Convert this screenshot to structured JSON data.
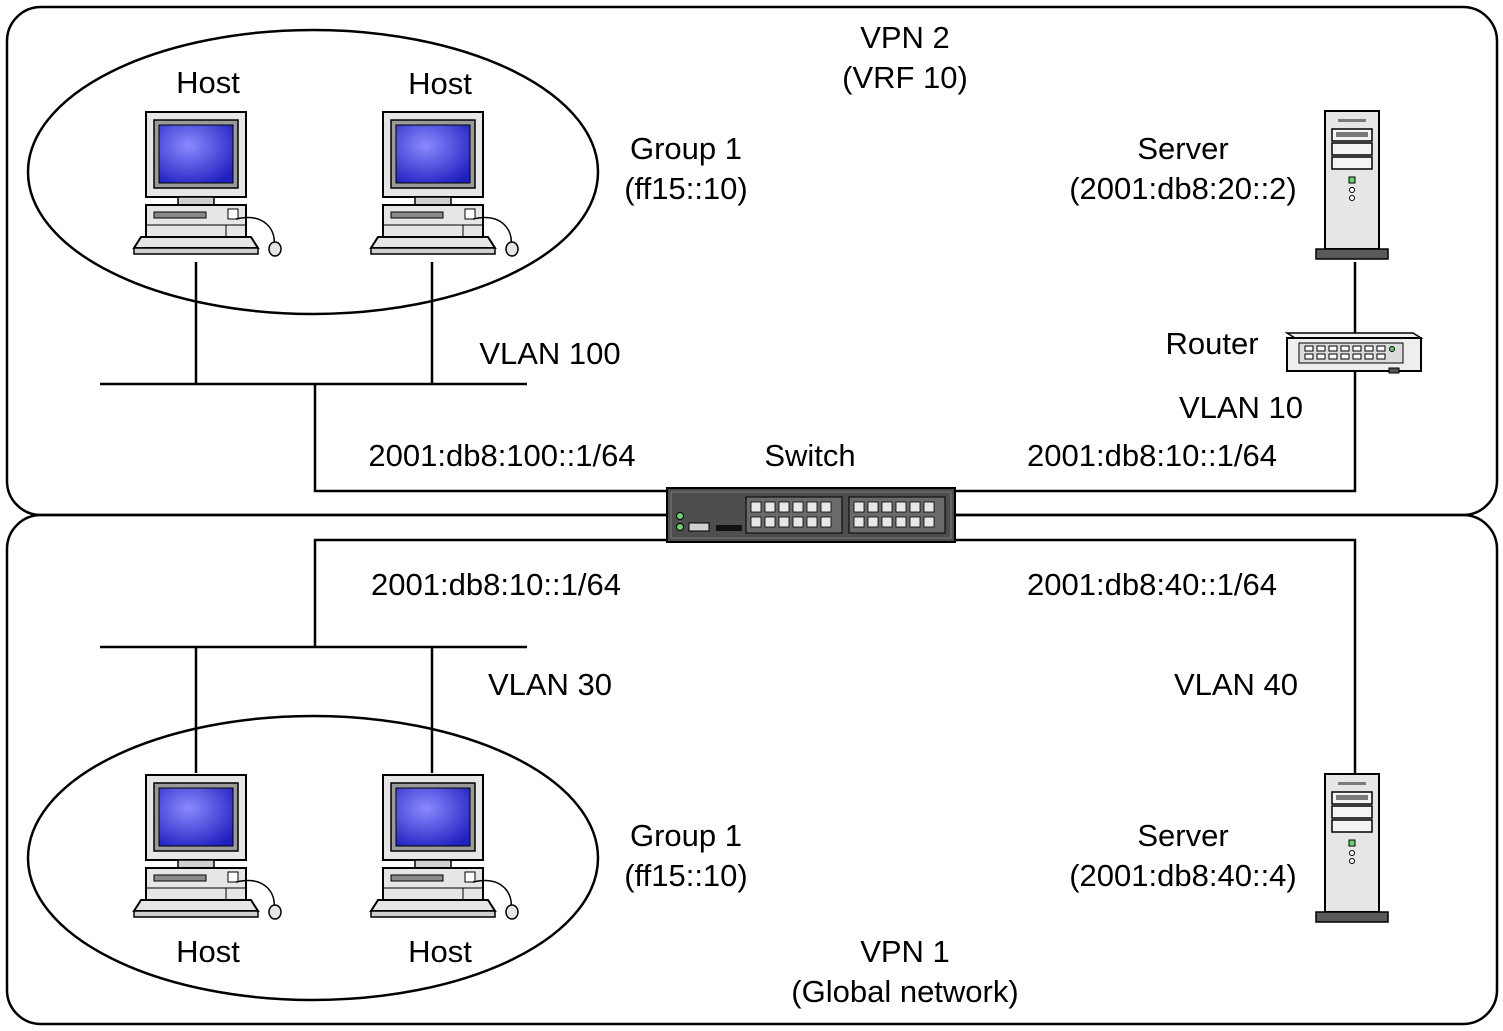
{
  "vpn2": {
    "name": "VPN 2",
    "sub": "(VRF 10)"
  },
  "vpn1": {
    "name": "VPN 1",
    "sub": "(Global network)"
  },
  "top": {
    "host_a": "Host",
    "host_b": "Host",
    "group_name": "Group 1",
    "group_addr": "(ff15::10)",
    "server_name": "Server",
    "server_addr": "(2001:db8:20::2)",
    "router": "Router",
    "vlan_left": "VLAN 100",
    "vlan_right": "VLAN 10",
    "addr_left": "2001:db8:100::1/64",
    "addr_right": "2001:db8:10::1/64"
  },
  "switch": "Switch",
  "bottom": {
    "addr_left": "2001:db8:10::1/64",
    "addr_right": "2001:db8:40::1/64",
    "vlan_left": "VLAN 30",
    "vlan_right": "VLAN 40",
    "group_name": "Group 1",
    "group_addr": "(ff15::10)",
    "server_name": "Server",
    "server_addr": "(2001:db8:40::4)",
    "host_a": "Host",
    "host_b": "Host"
  },
  "colors": {
    "screen": "#3a3ad8",
    "case": "#e8e8e8",
    "switch_body": "#555555",
    "outline": "#000000"
  }
}
